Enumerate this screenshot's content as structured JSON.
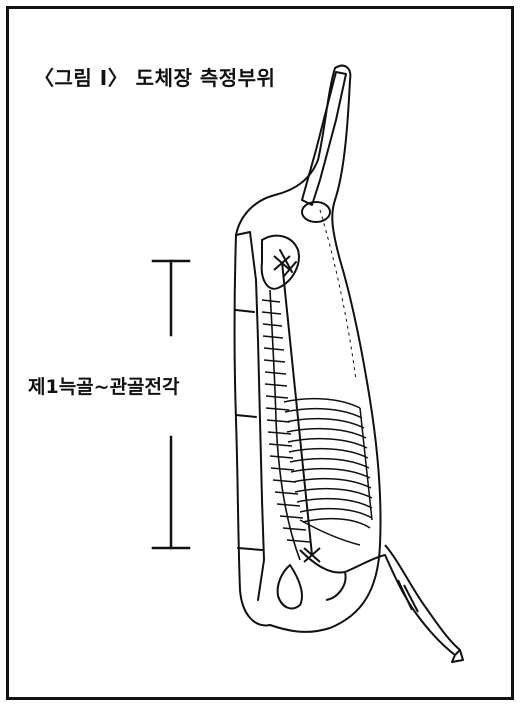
{
  "figure": {
    "title": "〈그림 Ⅰ〉 도체장 측정부위",
    "measurement_label": "제1늑골~관골전각"
  },
  "colors": {
    "ink": "#111111",
    "background": "#ffffff"
  },
  "icons": {
    "carcass": "carcass-side-illustration",
    "measurement": "length-dimension-bracket"
  }
}
